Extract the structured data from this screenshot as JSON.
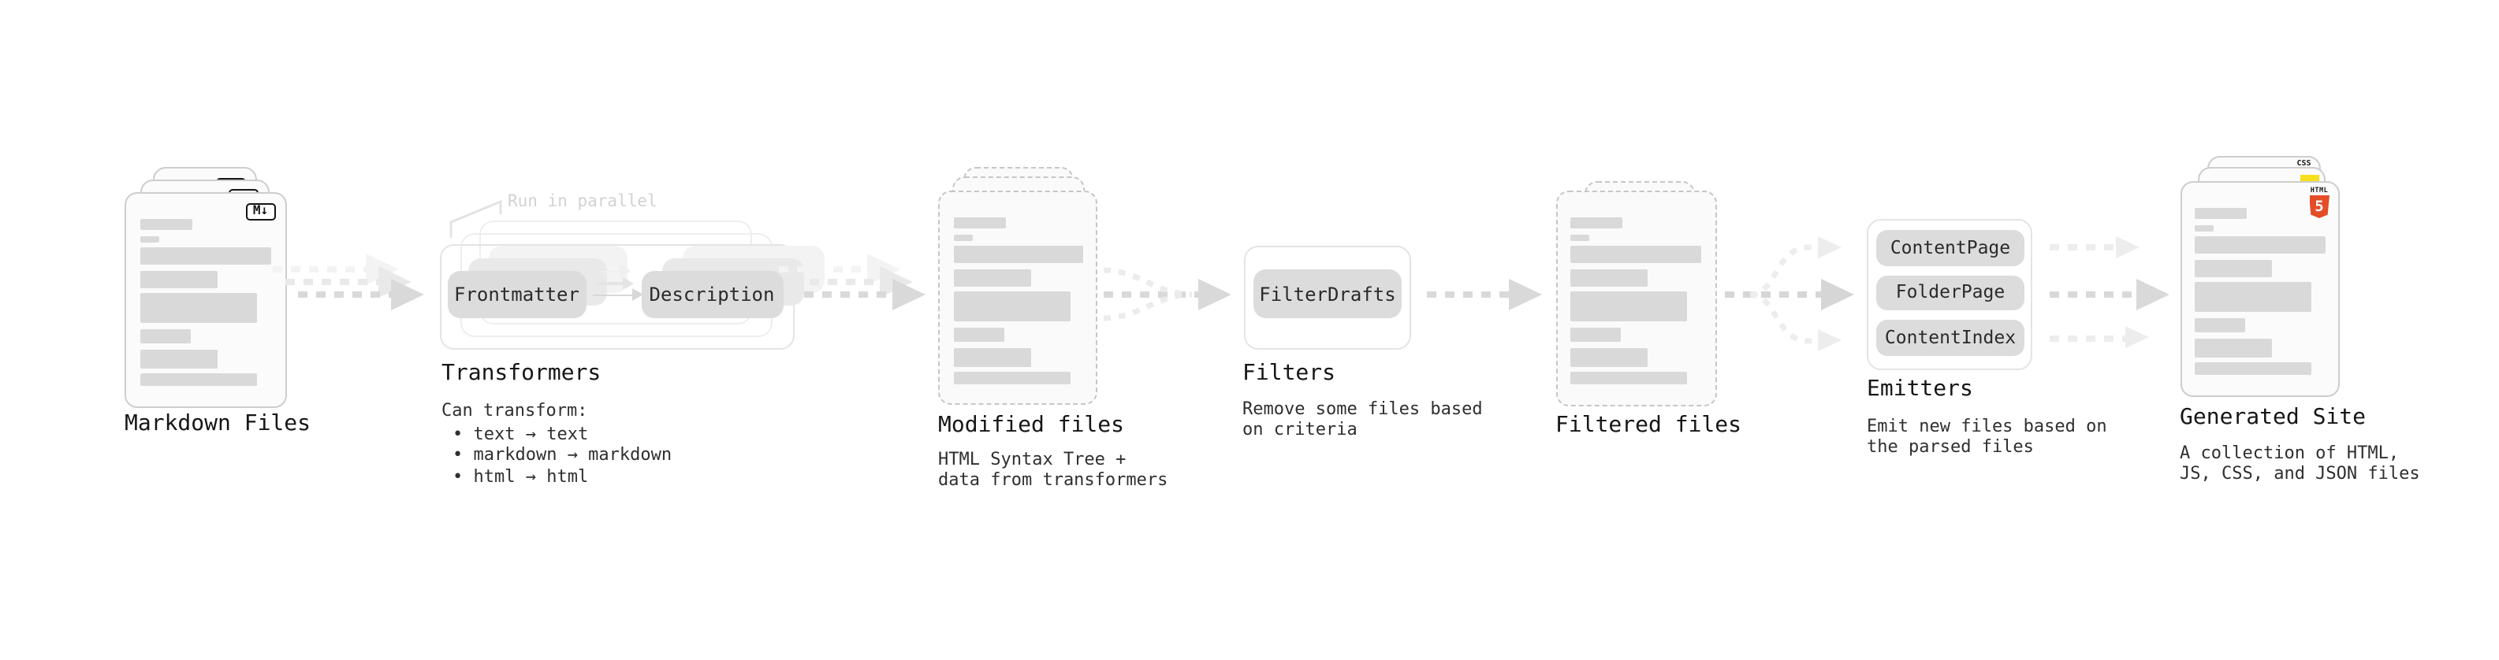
{
  "stages": {
    "markdown": {
      "label": "Markdown Files"
    },
    "transformers": {
      "label": "Transformers",
      "annotation": "Run in parallel",
      "buttons": [
        "Frontmatter",
        "Description"
      ],
      "desc": [
        "Can transform:",
        "• text → text",
        "• markdown → markdown",
        "• html → html"
      ]
    },
    "modified": {
      "label": "Modified files",
      "desc": [
        "HTML Syntax Tree +",
        "data from transformers"
      ]
    },
    "filters": {
      "label": "Filters",
      "buttons": [
        "FilterDrafts"
      ],
      "desc": [
        "Remove some files based",
        "on criteria"
      ]
    },
    "filtered": {
      "label": "Filtered files"
    },
    "emitters": {
      "label": "Emitters",
      "buttons": [
        "ContentPage",
        "FolderPage",
        "ContentIndex"
      ],
      "desc": [
        "Emit new files based on",
        "the parsed files"
      ]
    },
    "generated": {
      "label": "Generated Site",
      "desc": [
        "A collection of HTML,",
        "JS, CSS, and JSON files"
      ]
    }
  },
  "badges": {
    "markdown": "M↓",
    "html5_label": "HTML",
    "html5_number": "5",
    "css_label": "CSS"
  },
  "colors": {
    "html5_orange": "#e44d26",
    "js_yellow": "#f7df1e",
    "css_blue": "#2965f1"
  }
}
